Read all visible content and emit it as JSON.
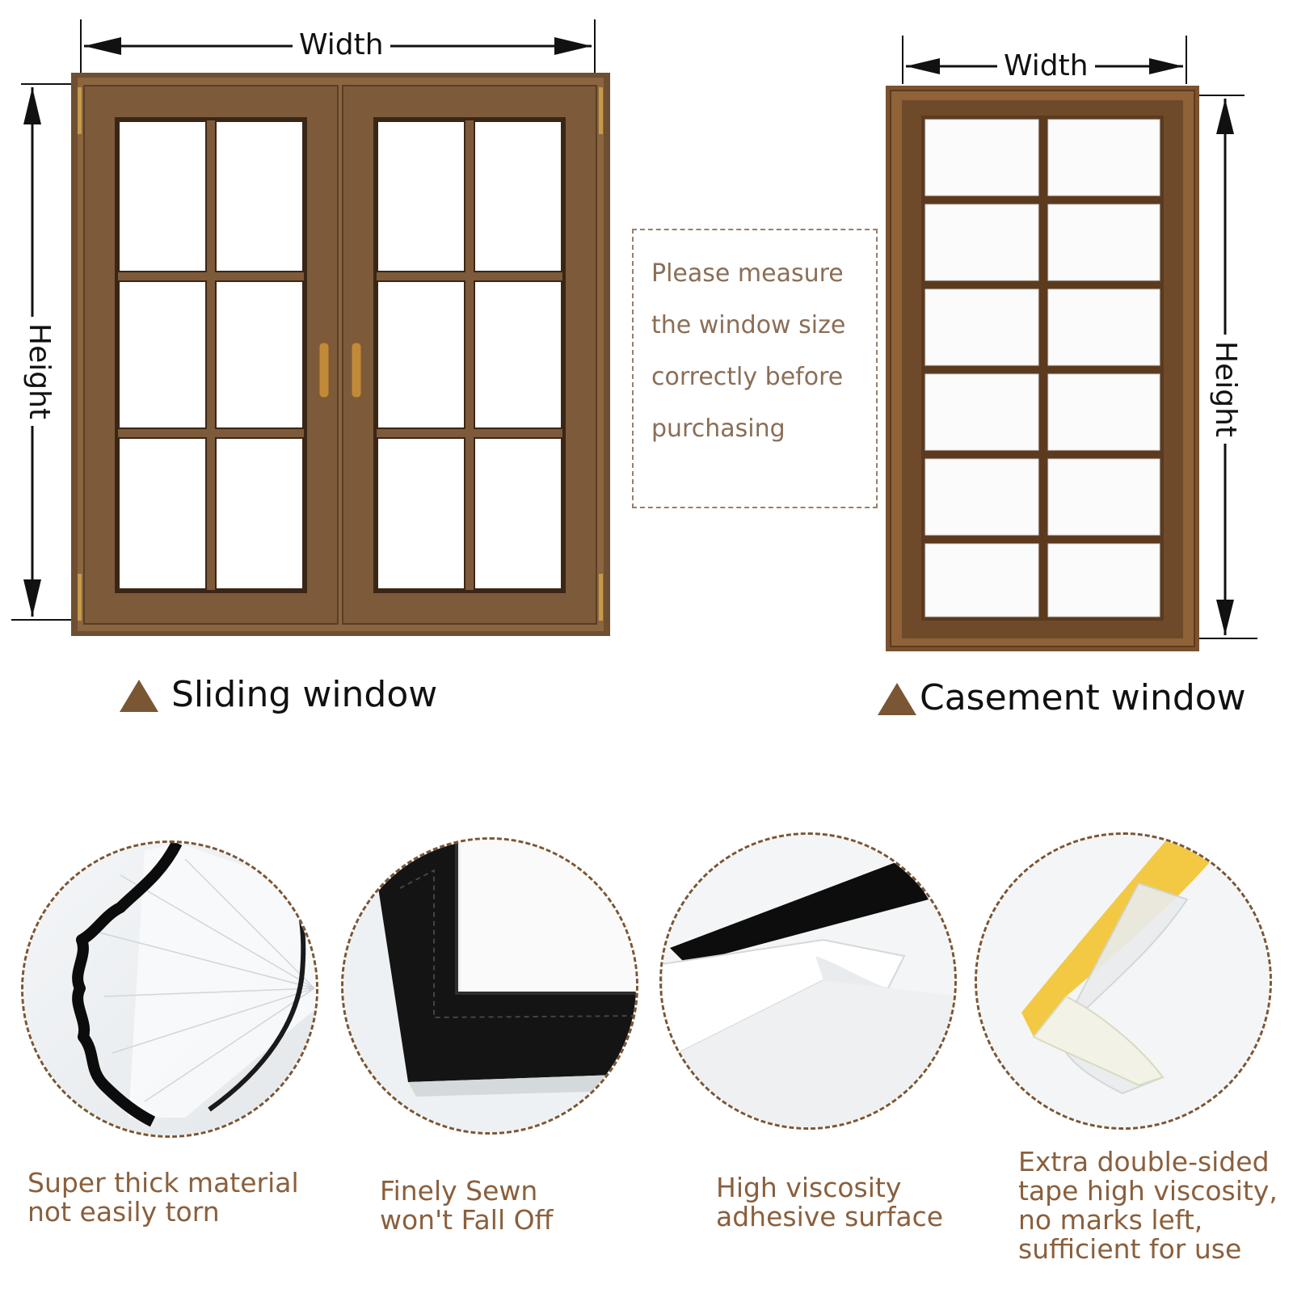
{
  "windows": {
    "sliding": {
      "width_label": "Width",
      "height_label": "Height",
      "caption": "Sliding window"
    },
    "casement": {
      "width_label": "Width",
      "height_label": "Height",
      "caption": "Casement window"
    }
  },
  "note": {
    "lines": [
      "Please measure",
      "the window size",
      "correctly before",
      "purchasing"
    ]
  },
  "features": [
    {
      "lines": [
        "Super thick material",
        "not easily torn"
      ]
    },
    {
      "lines": [
        "Finely Sewn",
        "won't Fall Off"
      ]
    },
    {
      "lines": [
        "High viscosity",
        "adhesive surface"
      ]
    },
    {
      "lines": [
        "Extra double-sided",
        "tape high viscosity,",
        "no marks left,",
        "sufficient for use"
      ]
    }
  ],
  "colors": {
    "wood": "#7d5a3a",
    "accent_text": "#8a5f3c",
    "triangle": "#7a5634",
    "dashed_border": "#7a5634"
  }
}
